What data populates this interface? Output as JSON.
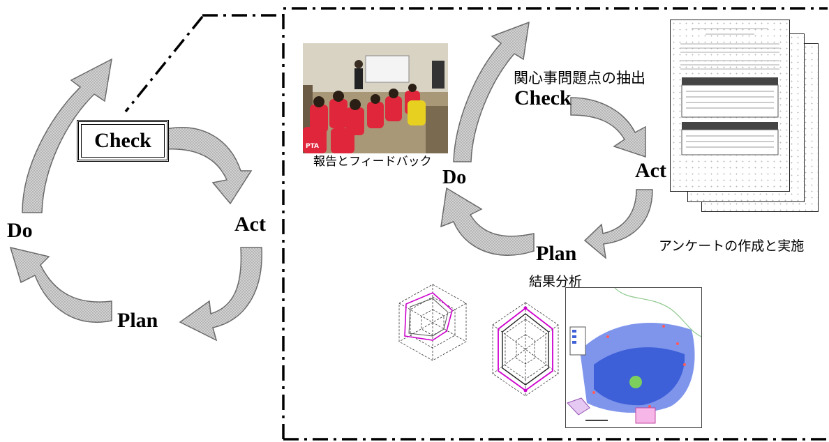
{
  "left_cycle": {
    "check": "Check",
    "act": "Act",
    "plan": "Plan",
    "do": "Do"
  },
  "right_cycle": {
    "check": "Check",
    "check_caption": "関心事問題点の抽出",
    "act": "Act",
    "plan": "Plan",
    "plan_caption": "結果分析",
    "do": "Do",
    "do_caption": "報告とフィードバック",
    "survey_caption": "アンケートの作成と実施"
  },
  "colors": {
    "arrow_fill": "#c8c8c8",
    "arrow_stroke": "#6a6a6a",
    "radar_line": "#cc00cc",
    "shirt_red": "#e0263a",
    "map_blue": "#3d5fd8"
  }
}
